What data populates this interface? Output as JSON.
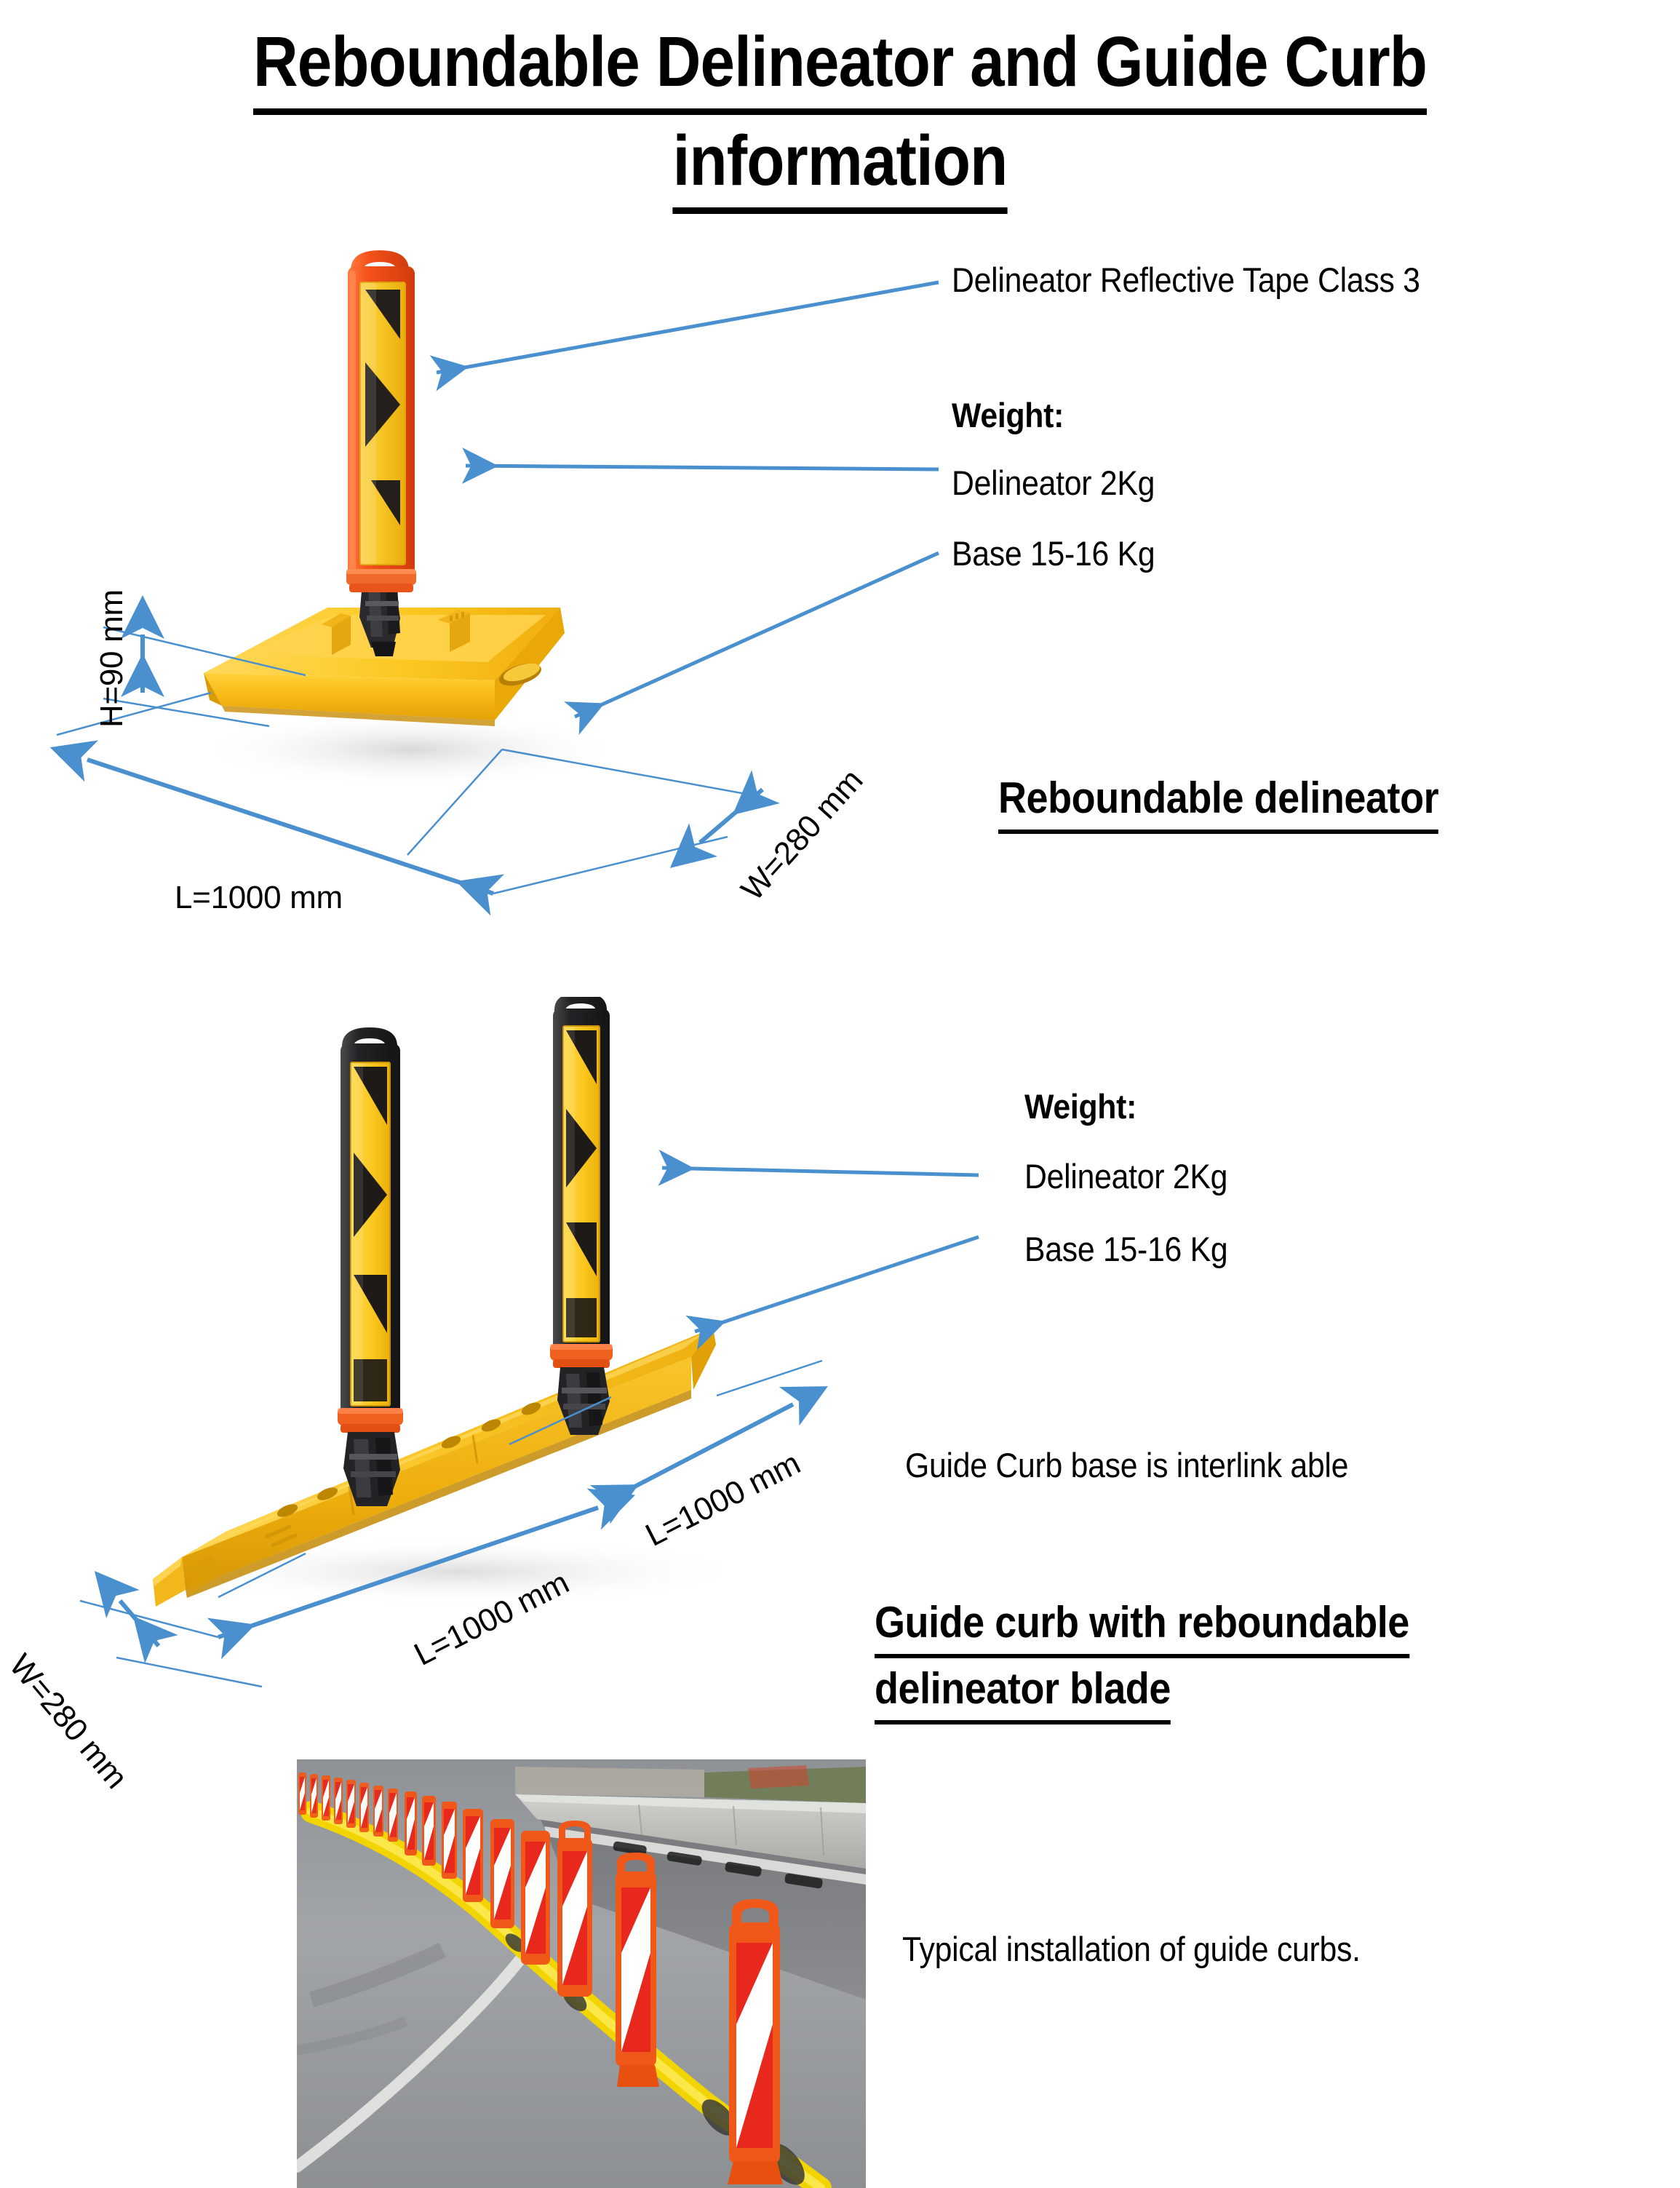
{
  "document": {
    "title_line1": "Reboundable Delineator and Guide Curb",
    "title_line2": "information"
  },
  "section_delineator": {
    "heading": "Reboundable delineator",
    "callout_tape": "Delineator Reflective Tape Class 3",
    "weight_label": "Weight:",
    "weight_delineator": "Delineator 2Kg",
    "weight_base": "Base 15-16 Kg",
    "dim_height": "H=90 mm",
    "dim_length": "L=1000 mm",
    "dim_width": "W=280 mm"
  },
  "section_guide_curb": {
    "heading_line1": "Guide curb with reboundable",
    "heading_line2": "delineator blade",
    "weight_label": "Weight:",
    "weight_delineator": "Delineator 2Kg",
    "weight_base": "Base 15-16 Kg",
    "note_interlink": "Guide Curb base is interlink able",
    "dim_length_1": "L=1000 mm",
    "dim_length_2": "L=1000 mm",
    "dim_width": "W=280 mm"
  },
  "section_photo": {
    "caption": "Typical installation of guide curbs."
  },
  "colors": {
    "arrow_blue": "#4a90cf",
    "blade_orange": "#f4541d",
    "blade_yellow": "#f7c51e",
    "blade_black": "#231f20",
    "base_yellow": "#f5b512",
    "base_yellow_light": "#ffd233",
    "collar_orange": "#f15a22",
    "text_black": "#000000"
  }
}
